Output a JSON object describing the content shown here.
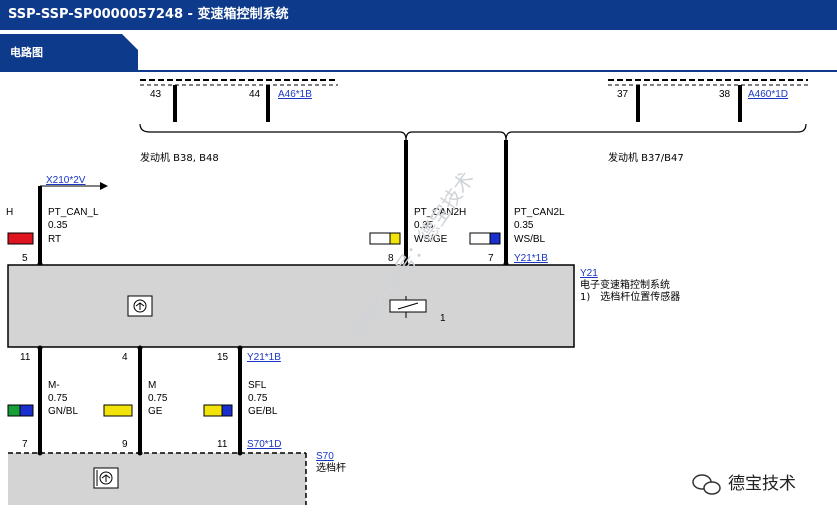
{
  "window": {
    "title": "SSP-SSP-SP0000057248 - 变速箱控制系统"
  },
  "tabs": [
    {
      "label": "电路图"
    }
  ],
  "diagram": {
    "top_connector_left": {
      "pins": [
        "43",
        "44"
      ],
      "ref": "A46*1B"
    },
    "top_connector_right": {
      "pins": [
        "37",
        "38"
      ],
      "ref": "A460*1D"
    },
    "engine_left": "发动机 B38, B48",
    "engine_right": "发动机 B37/B47",
    "ref_x210": "X210*2V",
    "wires_top": [
      {
        "name": "PT_CAN_L",
        "size": "0.35",
        "color": "RT",
        "pin": "5",
        "h_label": "H"
      },
      {
        "name": "PT_CAN2H",
        "size": "0.35",
        "color": "WS/GE",
        "pin": "8"
      },
      {
        "name": "PT_CAN2L",
        "size": "0.35",
        "color": "WS/BL",
        "pin": "7"
      }
    ],
    "connector_y21_1b_top": "Y21*1B",
    "module": {
      "id": "Y21",
      "line1": "电子变速箱控制系统",
      "line2": "1)　选档杆位置传感器",
      "inner_pin": "1"
    },
    "wires_bottom": [
      {
        "name": "M-",
        "size": "0.75",
        "color": "GN/BL",
        "pin_top": "11",
        "pin_bottom": "7"
      },
      {
        "name": "M",
        "size": "0.75",
        "color": "GE",
        "pin_top": "4",
        "pin_bottom": "9"
      },
      {
        "name": "SFL",
        "size": "0.75",
        "color": "GE/BL",
        "pin_top": "15",
        "pin_bottom": "11"
      }
    ],
    "connector_y21_1b_bottom": "Y21*1B",
    "connector_s70": "S70*1D",
    "lever": {
      "id": "S70",
      "label": "选档杆"
    },
    "watermark": "微信公众号：德宝技术",
    "brand": "德宝技术"
  },
  "colors": {
    "title_bg": "#0d3a8a",
    "module_fill": "#d4d4d4",
    "wire_red": "#e0141e",
    "wire_white": "#ffffff",
    "wire_yellow": "#f2e30a",
    "wire_blue": "#1b2fd0",
    "wire_green": "#18a038",
    "link": "#1a36c4"
  }
}
